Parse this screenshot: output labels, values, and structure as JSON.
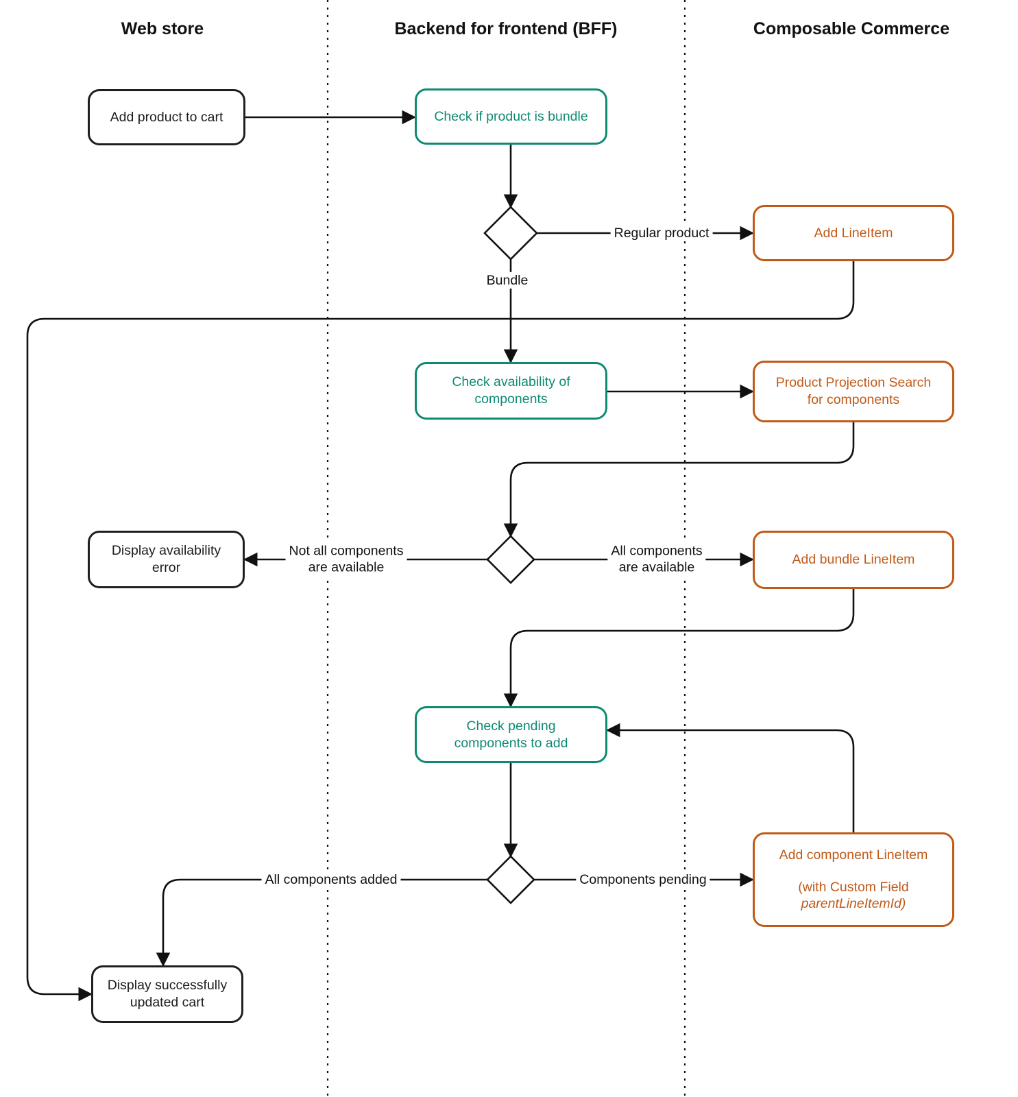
{
  "lanes": [
    {
      "label": "Web store"
    },
    {
      "label": "Backend for frontend (BFF)"
    },
    {
      "label": "Composable Commerce"
    }
  ],
  "colors": {
    "webstore_black": "#1f1f1f",
    "bff_teal": "#0e8a72",
    "commerce_orange": "#c05a18",
    "line_black": "#111111"
  },
  "nodes": {
    "add_product": {
      "label": "Add product to cart"
    },
    "check_bundle": {
      "label": "Check if product is bundle"
    },
    "add_lineitem": {
      "label": "Add LineItem"
    },
    "check_availability": {
      "label": "Check availability of\ncomponents"
    },
    "product_projection": {
      "label": "Product Projection Search\nfor components"
    },
    "display_error": {
      "label": "Display availability\nerror"
    },
    "add_bundle_lineitem": {
      "label": "Add bundle LineItem"
    },
    "check_pending": {
      "label": "Check pending\ncomponents to add"
    },
    "add_component_lineitem": {
      "title": "Add component LineItem",
      "note": "(with Custom Field",
      "note_italic": "parentLineItemId)"
    },
    "display_updated": {
      "label": "Display successfully\nupdated cart"
    }
  },
  "edge_labels": {
    "regular_product": "Regular product",
    "bundle": "Bundle",
    "not_all_available": "Not all components\nare available",
    "all_available": "All components\nare available",
    "all_added": "All components added",
    "components_pending": "Components pending"
  }
}
